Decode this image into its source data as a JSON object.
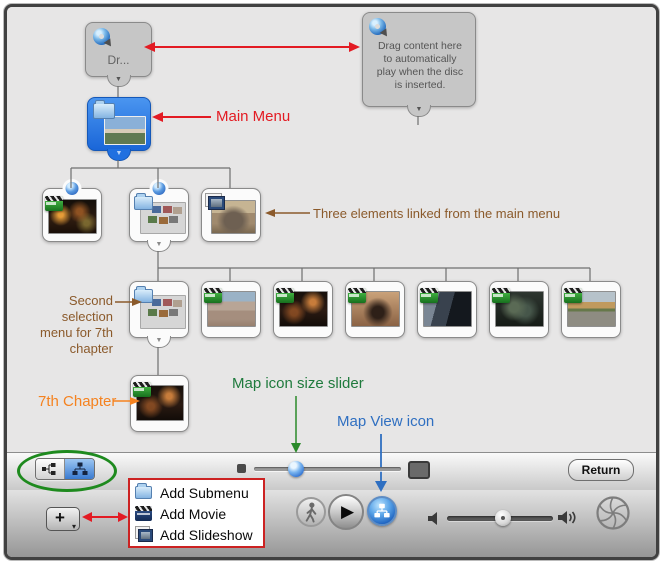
{
  "map": {
    "autoplay_node_label": "Dr...",
    "autoplay_hint": "Drag content here\nto automatically\nplay when the disc\nis inserted."
  },
  "annotations": {
    "main_menu": "Main Menu",
    "three_elements": "Three elements linked from the main menu",
    "second_selection": "Second selection\nmenu for 7th\nchapter",
    "seventh_chapter": "7th Chapter",
    "map_icon_size_slider": "Map icon size slider",
    "map_view_icon": "Map View icon"
  },
  "toolbar": {
    "return_label": "Return",
    "add_button_label": "+"
  },
  "add_menu": {
    "items": [
      {
        "label": "Add Submenu",
        "icon": "folder-icon"
      },
      {
        "label": "Add Movie",
        "icon": "clapperboard-icon"
      },
      {
        "label": "Add Slideshow",
        "icon": "slideshow-icon"
      }
    ]
  },
  "icons": {
    "down_arrow": "▼",
    "caret_down": "▾",
    "play_glyph": "▶"
  },
  "colors": {
    "annotation_red": "#e31b23",
    "annotation_brown": "#8b5a2b",
    "annotation_orange": "#f5821f",
    "annotation_green": "#1f7a3d",
    "annotation_blue": "#2f6fc1",
    "selection_blue": "#1e79e8",
    "menu_border_red": "#cc2222"
  }
}
